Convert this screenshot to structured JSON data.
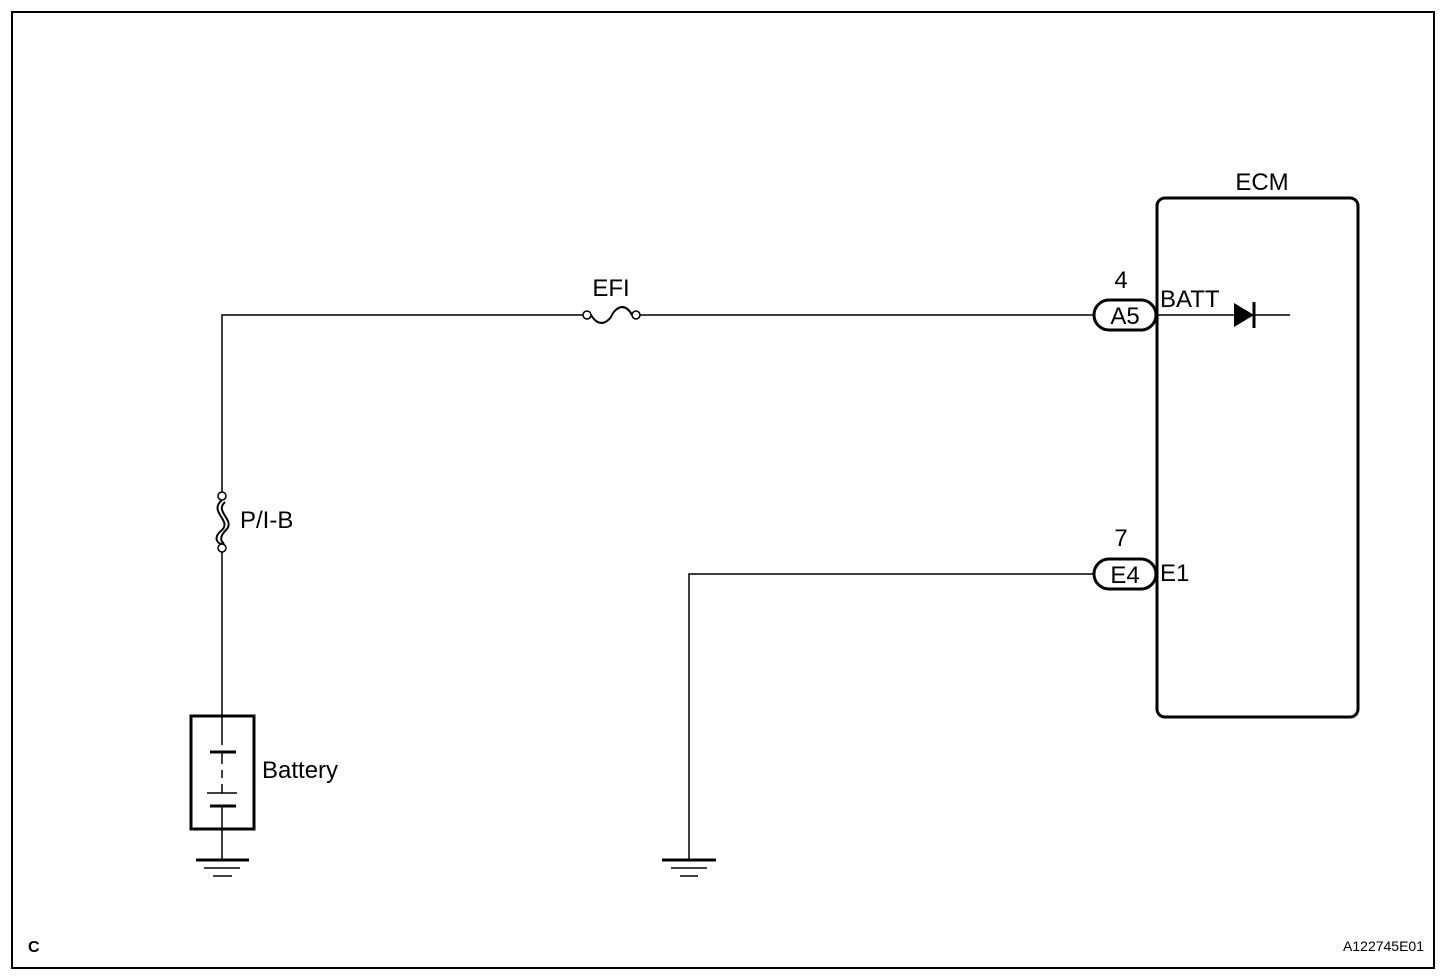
{
  "diagram": {
    "ecm_label": "ECM",
    "fuse_efi_label": "EFI",
    "fusible_link_label": "P/I-B",
    "battery_label": "Battery",
    "connectors": [
      {
        "pin": "4",
        "connector": "A5",
        "terminal": "BATT"
      },
      {
        "pin": "7",
        "connector": "E4",
        "terminal": "E1"
      }
    ],
    "corner_letter": "C",
    "figure_id": "A122745E01"
  }
}
